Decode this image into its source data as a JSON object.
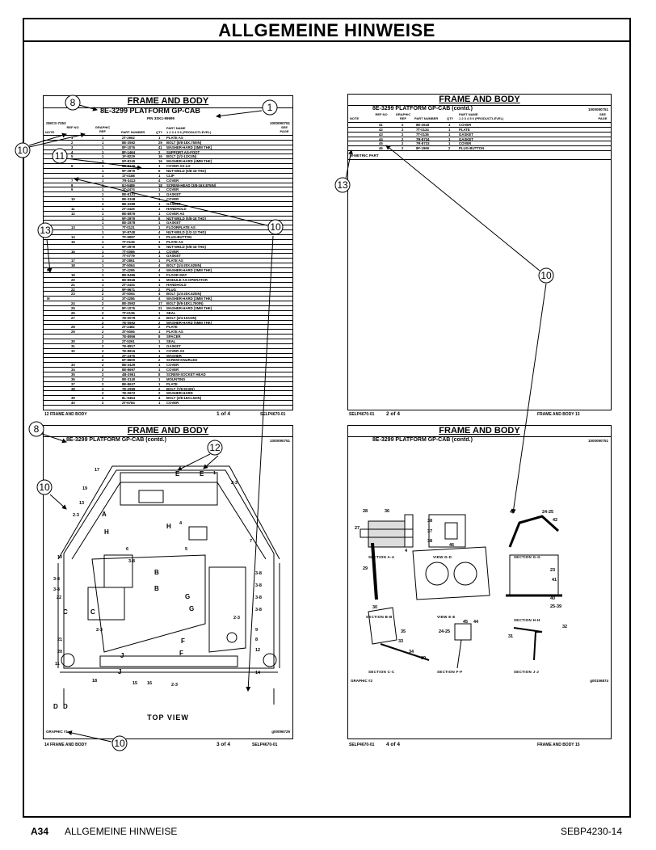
{
  "page_title": "ALLGEMEINE HINWEISE",
  "footer": {
    "page": "A34",
    "section": "ALLGEMEINE HINWEISE",
    "doc": "SEBP4230-14"
  },
  "panel1": {
    "title": "FRAME AND BODY",
    "group": "8E-3299 PLATFORM GP-CAB",
    "pin": "PIN 3SK1-99999",
    "smcs": "SMCS-7253",
    "id": "1000090751",
    "headers": {
      "note": "NOTE",
      "ref": "REF NO",
      "graphic": "GRAPHIC REF",
      "part": "PART NUMBER",
      "qty": "QTY",
      "name": "PART NAME",
      "name2": "1 2 3 4 5 6 (PRODUCTLEVEL)",
      "see": "SEE PAGE"
    },
    "rows": [
      [
        "",
        "1",
        "1",
        "2T-2962",
        "1",
        "PLATE AS"
      ],
      [
        "",
        "2",
        "1",
        "8E-3592",
        "29",
        "BOLT (5/8-18X.750IN)"
      ],
      [
        "",
        "3",
        "1",
        "8F-1076",
        "41",
        "WASHER-HARD (3MM THK)"
      ],
      [
        "",
        "4",
        "1",
        "8F-1464",
        "2",
        "SUPPORT AS-FOOT"
      ],
      [
        "",
        "5",
        "1",
        "1F-8229",
        "16",
        "BOLT (1/2-13X1IN)"
      ],
      [
        "",
        "",
        "1",
        "5P-8245",
        "16",
        "WASHER-HARD (4MM THK)"
      ],
      [
        "",
        "6",
        "1",
        "8E-8136",
        "1",
        "COVER AS-LH"
      ],
      [
        "",
        "",
        "1",
        "9F-2979",
        "5",
        "  NUT-WELD (5/8-18 THD)"
      ],
      [
        "",
        "",
        "1",
        "1T-0188",
        "1",
        "  CLIP"
      ],
      [
        "",
        "7",
        "1",
        "7R-3413",
        "4",
        "COVER"
      ],
      [
        "",
        "8",
        "1",
        "8J-9489",
        "18",
        "SCREW-HEAD (3/8-16X.875IN)"
      ],
      [
        "",
        "9",
        "1",
        "1T-4474",
        "1",
        "COVER"
      ],
      [
        "",
        "",
        "1",
        "8E-8131",
        "1",
        "GASKET"
      ],
      [
        "",
        "10",
        "1",
        "8E-3348",
        "1",
        "COVER"
      ],
      [
        "",
        "",
        "1",
        "8E-3289",
        "1",
        "GASKET"
      ],
      [
        "",
        "11",
        "1",
        "2T-3426",
        "1",
        "HANDHOLD"
      ],
      [
        "",
        "12",
        "1",
        "8E-8876",
        "1",
        "COVER AS"
      ],
      [
        "",
        "",
        "1",
        "9F-2979",
        "8",
        "  NUT-WELD (5/8-18 THD)"
      ],
      [
        "",
        "",
        "1",
        "8E-2878",
        "1",
        "GASKET"
      ],
      [
        "",
        "13",
        "1",
        "7T-0121",
        "1",
        "FLOORPLATE AS"
      ],
      [
        "",
        "",
        "1",
        "1F-8748",
        "4",
        "  NUT-WELD (1/2-13 THD)"
      ],
      [
        "",
        "14",
        "1",
        "7F-9087",
        "1",
        "PLUG-BUTTON"
      ],
      [
        "",
        "15",
        "1",
        "7T-0136",
        "1",
        "PLATE AS"
      ],
      [
        "",
        "",
        "1",
        "9F-2978",
        "5",
        "  NUT-WELD (5/8-18 THD)"
      ],
      [
        "",
        "16",
        "1",
        "7T-0086",
        "1",
        "COVER"
      ],
      [
        "",
        "",
        "1",
        "7T-0779",
        "1",
        "GASKET"
      ],
      [
        "",
        "17",
        "1",
        "3T-2861",
        "1",
        "PLATE AS"
      ],
      [
        "",
        "18",
        "1",
        "3T-5064",
        "4",
        "BOLT (1/4-20X.625IN)"
      ],
      [
        "M",
        "",
        "1",
        "3T-4286",
        "4",
        "WASHER-HARD (3MM THK)"
      ],
      [
        "",
        "19",
        "1",
        "8E-9486",
        "1",
        "FLOOR MAT"
      ],
      [
        "",
        "20",
        "1",
        "8E-8946",
        "1",
        "MODULE AS-OPERATOR"
      ],
      [
        "",
        "21",
        "1",
        "2T-3434",
        "1",
        "HANDHOLD"
      ],
      [
        "",
        "22",
        "2",
        "9F-9671",
        "2",
        "PLUG"
      ],
      [
        "",
        "23",
        "2",
        "3T-5064",
        "4",
        "BOLT (1/4-20X.625IN)"
      ],
      [
        "M",
        "",
        "2",
        "3T-4286",
        "4",
        "WASHER-HARD (3MM THK)"
      ],
      [
        "",
        "24",
        "2",
        "8E-3592",
        "17",
        "BOLT (5/8-18X1.750IN)"
      ],
      [
        "",
        "25",
        "2",
        "8F-1076",
        "21",
        "WASHER-HARD (3MM THK)"
      ],
      [
        "",
        "26",
        "2",
        "7T-0136",
        "1",
        "SEAL"
      ],
      [
        "",
        "27",
        "2",
        "7E-0079",
        "2",
        "BOLT (3/4-10X3IN)"
      ],
      [
        "",
        "",
        "2",
        "7E-0692",
        "2",
        "WASHER-HARD (5MM THK)"
      ],
      [
        "",
        "28",
        "2",
        "2T-2482",
        "2",
        "PLATE"
      ],
      [
        "",
        "29",
        "2",
        "3T-5066",
        "1",
        "PLATE AS"
      ],
      [
        "",
        "",
        "2",
        "7E-8956",
        "8",
        "  SPACER"
      ],
      [
        "",
        "30",
        "2",
        "2T-5261",
        "1",
        "SEAL"
      ],
      [
        "",
        "31",
        "2",
        "7E-8817",
        "1",
        "GASKET"
      ],
      [
        "",
        "32",
        "2",
        "7E-8816",
        "1",
        "COVER AS"
      ],
      [
        "",
        "",
        "2",
        "2F-2376",
        "1",
        "  WASHER"
      ],
      [
        "",
        "",
        "2",
        "6F-8609",
        "2",
        "  SCREW-KNURLED"
      ],
      [
        "",
        "33",
        "2",
        "8E-3429",
        "1",
        "COVER"
      ],
      [
        "",
        "34",
        "2",
        "8E-8697",
        "1",
        "COVER"
      ],
      [
        "",
        "35",
        "2",
        "4B-2961",
        "8",
        "SCREW-SOCKET HEAD"
      ],
      [
        "",
        "36",
        "2",
        "8E-3140",
        "1",
        "MOUNTING"
      ],
      [
        "",
        "37",
        "2",
        "8E-8637",
        "1",
        "PLATE"
      ],
      [
        "",
        "38",
        "2",
        "7E-2999",
        "2",
        "BOLT (7/8-9X3IN)"
      ],
      [
        "",
        "",
        "2",
        "7E-0672",
        "2",
        "WASHER-HARD"
      ],
      [
        "",
        "39",
        "2",
        "8L-9464",
        "4",
        "BOLT (3/8-16X1.62IN)"
      ],
      [
        "",
        "40",
        "2",
        "2T-6784",
        "1",
        "COVER"
      ]
    ],
    "foot_left": "12   FRAME AND BODY",
    "foot_mid": "1 of 4",
    "foot_right": "SELP4670-01"
  },
  "panel2": {
    "title": "FRAME AND BODY",
    "group": "8E-3299 PLATFORM GP-CAB (contd.)",
    "id": "1000090751",
    "rows": [
      [
        "",
        "41",
        "2",
        "8E-2618",
        "1",
        "COVER"
      ],
      [
        "",
        "42",
        "2",
        "7T-0134",
        "1",
        "PLATE"
      ],
      [
        "",
        "43",
        "2",
        "7T-0136",
        "1",
        "GASKET"
      ],
      [
        "",
        "44",
        "2",
        "7R-8734",
        "1",
        "GASKET"
      ],
      [
        "",
        "45",
        "2",
        "7R-8733",
        "1",
        "COVER"
      ],
      [
        "",
        "46",
        "2",
        "8F-1969",
        "2",
        "PLUG-BUTTON"
      ]
    ],
    "metric_note": "M-METRIC PART",
    "foot_left": "SELP4670-01",
    "foot_mid": "2 of 4",
    "foot_right": "FRAME AND BODY   13"
  },
  "panel3": {
    "title": "FRAME AND BODY",
    "group": "8E-3299 PLATFORM GP-CAB (contd.)",
    "id": "1000090751",
    "view_title": "TOP VIEW",
    "graphic": "GRAPHIC #1",
    "gid": "g00096729",
    "labels": [
      "17",
      "19",
      "13",
      "2-3",
      "1",
      "2-3",
      "E",
      "E",
      "A",
      "H",
      "H",
      "4",
      "5",
      "10",
      "6",
      "3-8",
      "3-8",
      "3-8",
      "22",
      "C",
      "C",
      "2-3",
      "21",
      "20",
      "11",
      "D",
      "D",
      "B",
      "B",
      "G",
      "G",
      "F",
      "F",
      "J",
      "J",
      "18",
      "15",
      "16",
      "2-3",
      "7",
      "3-8",
      "3-8",
      "9",
      "12",
      "8",
      "14",
      "3-8",
      "3-8",
      "2-3"
    ],
    "foot_left": "14   FRAME AND BODY",
    "foot_mid": "3 of 4",
    "foot_right": "SELP4670-01"
  },
  "panel4": {
    "title": "FRAME AND BODY",
    "group": "8E-3299 PLATFORM GP-CAB (contd.)",
    "id": "1000090751",
    "sections": [
      "SECTION A-A",
      "VIEW D-D",
      "SECTION G-G",
      "SECTION B-B",
      "VIEW E-E",
      "SECTION H-H",
      "SECTION C-C",
      "SECTION F-F",
      "SECTION J-J"
    ],
    "labels": [
      "28",
      "36",
      "27",
      "4",
      "38",
      "37",
      "38",
      "43",
      "24-25",
      "42",
      "29",
      "30",
      "46",
      "23",
      "41",
      "40",
      "25-39",
      "35",
      "33",
      "34",
      "39",
      "24-25",
      "45",
      "44",
      "31",
      "32"
    ],
    "graphic": "GRAPHIC #2",
    "gid": "g00106874",
    "foot_left": "SELP4670-01",
    "foot_mid": "4 of 4",
    "foot_right": "FRAME AND BODY   15"
  },
  "callouts": [
    "8",
    "1",
    "10",
    "11",
    "10",
    "13",
    "13",
    "10",
    "8",
    "12",
    "10",
    "10"
  ]
}
